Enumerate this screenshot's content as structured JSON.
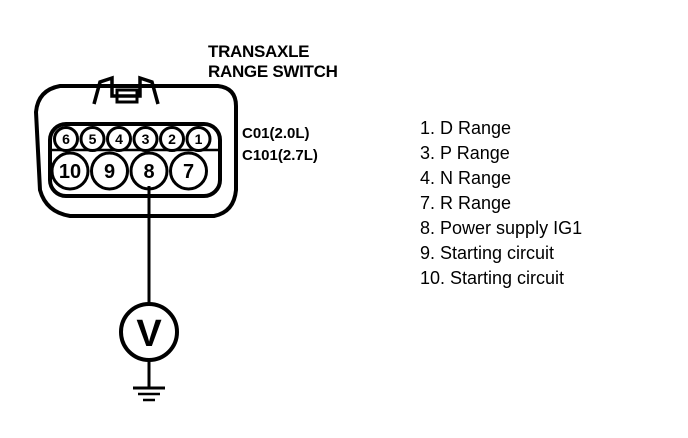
{
  "diagram": {
    "title_line1": "TRANSAXLE",
    "title_line2": "RANGE SWITCH",
    "connector_codes": [
      "C01(2.0L)",
      "C101(2.7L)"
    ],
    "pins_top_row": [
      "6",
      "5",
      "4",
      "3",
      "2",
      "1"
    ],
    "pins_bottom_row": [
      "10",
      "9",
      "8",
      "7"
    ],
    "probe_pin": "8",
    "meter_symbol": "V",
    "legend": [
      "1. D Range",
      "3. P Range",
      "4. N Range",
      "7. R Range",
      "8. Power supply IG1",
      "9. Starting circuit",
      "10. Starting circuit"
    ]
  }
}
